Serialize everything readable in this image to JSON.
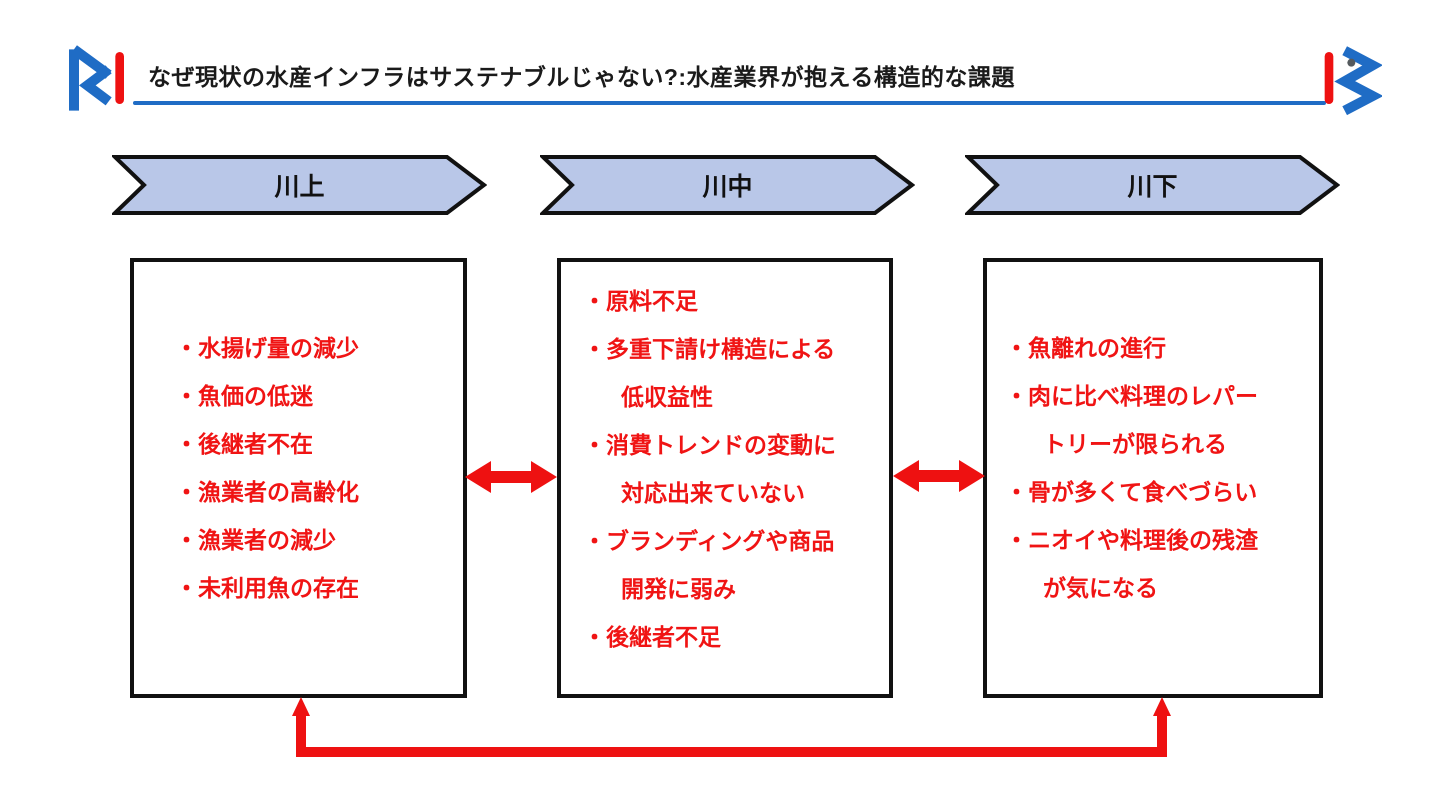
{
  "slide": {
    "title": "なぜ現状の水産インフラはサステナブルじゃない?:水産業界が抱える構造的な課題"
  },
  "stages": [
    {
      "label": "川上"
    },
    {
      "label": "川中"
    },
    {
      "label": "川下"
    }
  ],
  "boxes": [
    {
      "stage": "川上",
      "items": [
        "・水揚げ量の減少",
        "・魚価の低迷",
        "・後継者不在",
        "・漁業者の高齢化",
        "・漁業者の減少",
        "・未利用魚の存在"
      ]
    },
    {
      "stage": "川中",
      "items": [
        "・原料不足",
        "・多重下請け構造による\n低収益性",
        "・消費トレンドの変動に\n対応出来ていない",
        "・ブランディングや商品\n開発に弱み",
        "・後継者不足"
      ]
    },
    {
      "stage": "川下",
      "items": [
        "・魚離れの進行",
        "・肉に比べ料理のレパー\nトリーが限られる",
        "・骨が多くて食べづらい",
        "・ニオイや料理後の残渣\nが気になる"
      ]
    }
  ],
  "colors": {
    "accent_blue": "#1f6cc5",
    "brand_red": "#ee1111",
    "stage_fill": "#b9c7e8",
    "item_text_red": "#f01414",
    "box_border": "#111111"
  }
}
